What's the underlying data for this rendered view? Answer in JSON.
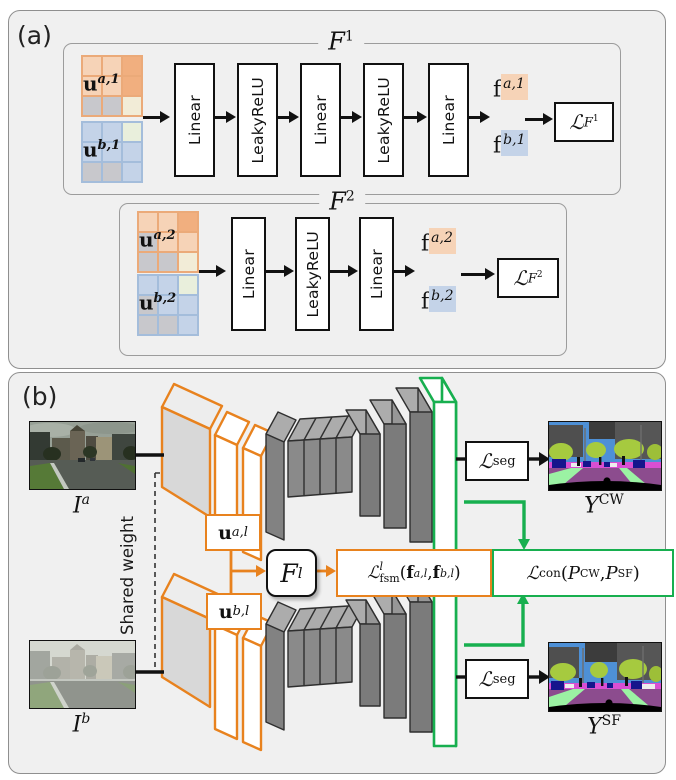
{
  "colors": {
    "orange": "#E8821E",
    "green": "#17AF4F",
    "panel_bg": "#F0F0F0",
    "peach": "#F6D3B7",
    "orange_med": "#F1AF7F",
    "cream": "#F2ECD7",
    "cell_gray": "#C8C8CC",
    "blue": "#C4D3E8",
    "pale_green": "#E9EFDC",
    "grid_a_line": "#EBAA79",
    "grid_b_line": "#A4BDDB"
  },
  "panel_a": {
    "label": "(a)",
    "f1": {
      "title": "F",
      "title_sup": "1",
      "input_a": {
        "base": "u",
        "sup": "a,1"
      },
      "input_b": {
        "base": "u",
        "sup": "b,1"
      },
      "grid_a": [
        "p",
        "p",
        "o",
        "p",
        "p",
        "o",
        "g",
        "g",
        "c"
      ],
      "grid_b": [
        "b",
        "b",
        "e",
        "b",
        "b",
        "b",
        "g",
        "g",
        "b"
      ],
      "layers": [
        "Linear",
        "LeakyReLU",
        "Linear",
        "LeakyReLU",
        "Linear"
      ],
      "out_a": {
        "base": "f",
        "sup": "a,1"
      },
      "out_b": {
        "base": "f",
        "sup": "b,1"
      },
      "loss": {
        "l": "ℒ",
        "sub": "F",
        "sub_sup": "1"
      }
    },
    "f2": {
      "title": "F",
      "title_sup": "2",
      "input_a": {
        "base": "u",
        "sup": "a,2"
      },
      "input_b": {
        "base": "u",
        "sup": "b,2"
      },
      "grid_a": [
        "p",
        "p",
        "o",
        "g",
        "p",
        "p",
        "g",
        "g",
        "c"
      ],
      "grid_b": [
        "b",
        "b",
        "e",
        "g",
        "b",
        "b",
        "g",
        "g",
        "b"
      ],
      "layers": [
        "Linear",
        "LeakyReLU",
        "Linear"
      ],
      "out_a": {
        "base": "f",
        "sup": "a,2"
      },
      "out_b": {
        "base": "f",
        "sup": "b,2"
      },
      "loss": {
        "l": "ℒ",
        "sub": "F",
        "sub_sup": "2"
      }
    }
  },
  "panel_b": {
    "label": "(b)",
    "input_a": {
      "base": "I",
      "sup": "a"
    },
    "input_b": {
      "base": "I",
      "sup": "b"
    },
    "shared_weight": "Shared weight",
    "u_a": {
      "base": "u",
      "sup": "a,l"
    },
    "u_b": {
      "base": "u",
      "sup": "b,l"
    },
    "f_module": {
      "base": "F",
      "sup": "l"
    },
    "loss_fsm": {
      "l": "ℒ",
      "sup": "l",
      "sub": "fsm",
      "args_open": "(",
      "f_a": "f",
      "f_a_sup": "a,l",
      "comma": ", ",
      "f_b": "f",
      "f_b_sup": "b,l",
      "args_close": ")"
    },
    "loss_con": {
      "l": "ℒ",
      "sub": "con",
      "args_open": "(",
      "p_a": "P",
      "p_a_sup": "CW",
      "comma": ", ",
      "p_b": "P",
      "p_b_sup": "SF",
      "args_close": ")"
    },
    "loss_seg_top": {
      "l": "ℒ",
      "sub": "seg"
    },
    "loss_seg_bottom": {
      "l": "ℒ",
      "sub": "seg"
    },
    "out_a": {
      "base": "Y",
      "sup": "CW"
    },
    "out_b": {
      "base": "Y",
      "sup": "SF"
    }
  }
}
